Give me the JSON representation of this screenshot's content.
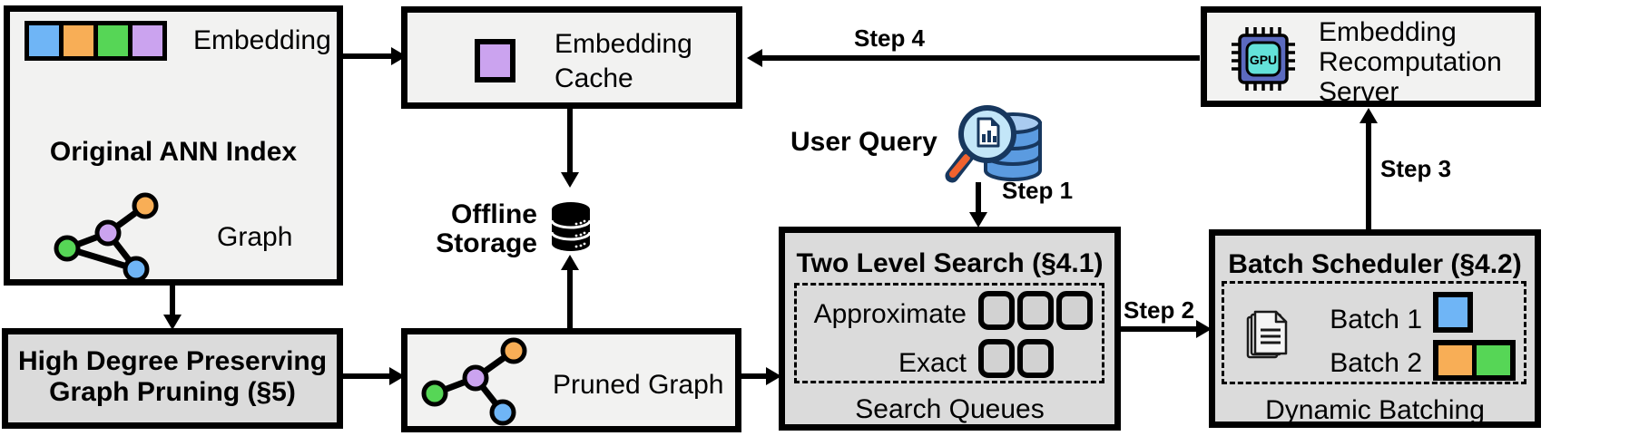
{
  "palette": {
    "blue": "#6FB5F6",
    "orange": "#F8AE56",
    "green": "#56D656",
    "purple": "#CBA3EF",
    "box_light": "#F2F2F1",
    "box_dark": "#DBDBDB",
    "chip_body": "#5B6ABF",
    "chip_core": "#63E2D9",
    "query_handle": "#F2622E",
    "query_lens": "#C3E6F8",
    "query_db": "#5B9BE0"
  },
  "boxes": {
    "original_index": {
      "embedding_label": "Embedding",
      "title": "Original ANN Index",
      "graph_label": "Graph"
    },
    "graph_pruning": {
      "line1": "High Degree Preserving",
      "line2": "Graph Pruning (§5)"
    },
    "embedding_cache": {
      "line1": "Embedding",
      "line2": "Cache"
    },
    "pruned_graph": {
      "label": "Pruned Graph"
    },
    "two_level_search": {
      "title": "Two Level Search (§4.1)",
      "approximate_label": "Approximate",
      "exact_label": "Exact",
      "caption": "Search Queues"
    },
    "batch_scheduler": {
      "title": "Batch Scheduler (§4.2)",
      "batch1_label": "Batch 1",
      "batch2_label": "Batch 2",
      "caption": "Dynamic Batching"
    },
    "recomputation_server": {
      "line1": "Embedding",
      "line2": "Recomputation",
      "line3": "Server",
      "chip_label": "GPU"
    }
  },
  "annotations": {
    "offline_storage_line1": "Offline",
    "offline_storage_line2": "Storage",
    "user_query": "User Query",
    "step1": "Step 1",
    "step2": "Step 2",
    "step3": "Step 3",
    "step4": "Step 4"
  }
}
